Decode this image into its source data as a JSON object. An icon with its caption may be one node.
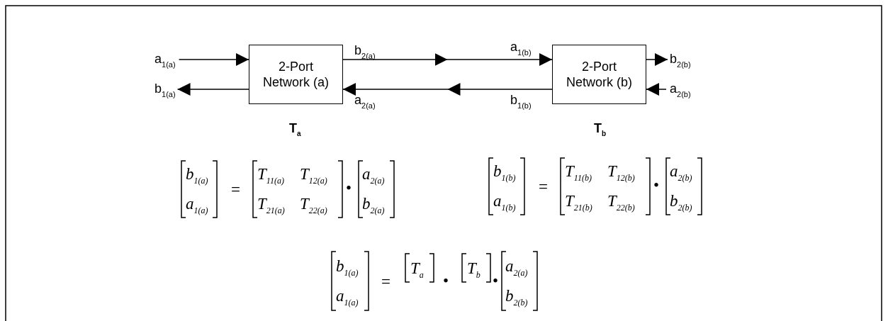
{
  "diagram": {
    "nodes": [
      {
        "text": [
          "a$_{1(a)}$"
        ]
      },
      {
        "text": [
          "b$_{1(a)}$"
        ]
      },
      {
        "text": [
          "2-Port Network (a)"
        ],
        "beside": [
          "T$_{a}$"
        ]
      },
      {
        "text": [
          "2-Port Network (b)"
        ],
        "beside": [
          "T$_{b}$"
        ]
      },
      {
        "text": [
          "b$_{2(b)}$"
        ]
      },
      {
        "text": [
          "a$_{2(b)}$"
        ]
      }
    ],
    "edges": [
      {
        "from": 0,
        "to": 2,
        "arrow": "to"
      },
      {
        "from": 2,
        "to": 1,
        "arrow": "to"
      },
      {
        "from": 2,
        "to": 3,
        "arrow": "to"
      },
      {
        "from": 3,
        "to": 2,
        "arrow": "to"
      },
      {
        "from": 3,
        "to": 4,
        "arrow": "to"
      },
      {
        "from": 5,
        "to": 3,
        "arrow": "to"
      }
    ],
    "labels": [
      "b$_{2(a)}$",
      "a$_{1(b)}$",
      "a$_{2(a)}$",
      "b$_{1(b)}$",
      "b$_{1(a)}$",
      "a$_{1(a)}$",
      "=",
      "T$_{11(a)}$",
      "T$_{12(a)}$",
      "T$_{21(a)}$",
      "T$_{22(a)}$",
      "•",
      "a$_{2(a)}$",
      "b$_{2(a)}$",
      "b$_{1(b)}$",
      "a$_{1(b)}$",
      "=",
      "T$_{11(b)}$",
      "T$_{12(b)}$",
      "T$_{21(b)}$",
      "T$_{22(b)}$",
      "•",
      "a$_{2(b)}$",
      "b$_{2(b)}$",
      "b$_{1(a)}$",
      "a$_{1(a)}$",
      "=",
      "T$_{a}$",
      "•",
      "T$_{b}$",
      "•",
      "a$_{2(a)}$",
      "b$_{2(b)}$"
    ]
  }
}
